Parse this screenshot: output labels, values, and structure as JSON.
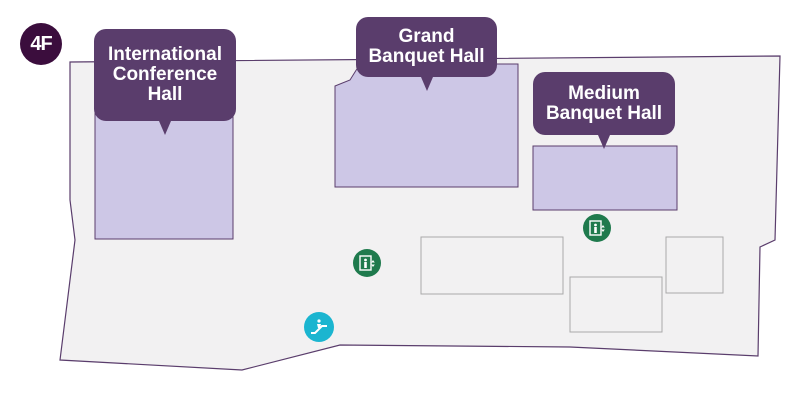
{
  "floor": {
    "label": "4F"
  },
  "halls": [
    {
      "id": "international",
      "label": "International\nConference\nHall"
    },
    {
      "id": "grand",
      "label": "Grand\nBanquet Hall"
    },
    {
      "id": "medium",
      "label": "Medium\nBanquet Hall"
    }
  ],
  "icons": [
    {
      "type": "elevator-icon",
      "color": "#1f7a4d"
    },
    {
      "type": "elevator-icon",
      "color": "#1f7a4d"
    },
    {
      "type": "escalator-icon",
      "color": "#1bb5d0"
    }
  ],
  "colors": {
    "floor_fill": "#f2f1f2",
    "floor_stroke": "#5a3d6c",
    "hall_fill": "#cdc7e6",
    "hall_stroke": "#5a3d6c",
    "callout": "#5a3d6c",
    "badge": "#3b0d3d"
  }
}
